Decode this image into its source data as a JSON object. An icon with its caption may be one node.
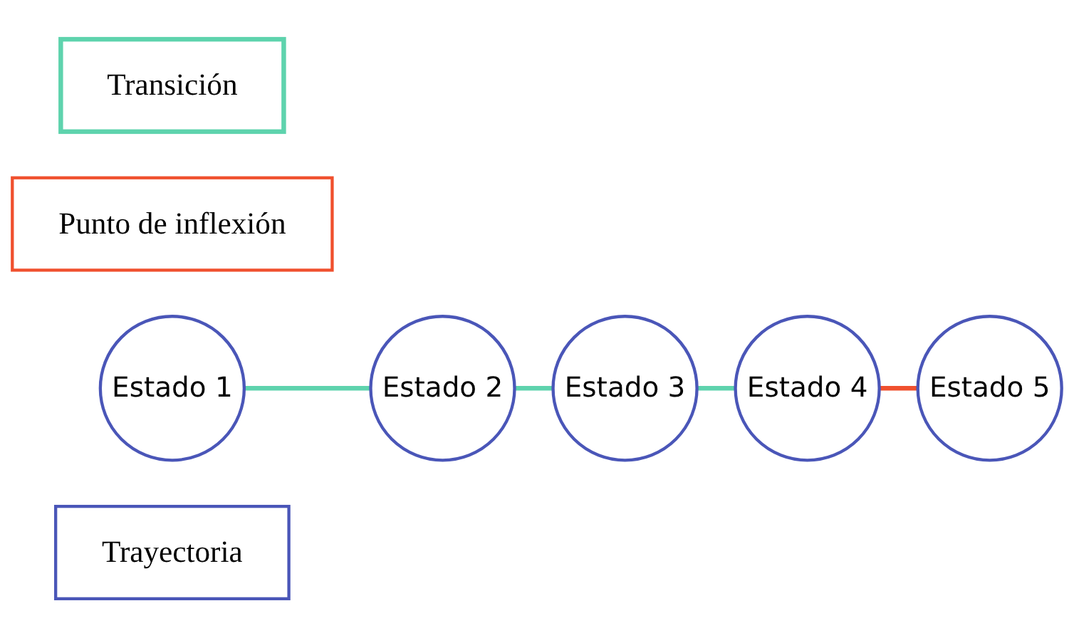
{
  "diagram": {
    "nodes": [
      {
        "text": [
          "Transición"
        ]
      },
      {
        "text": [
          "Punto de inflexión"
        ]
      },
      {
        "text": [
          "Estado 1"
        ]
      },
      {
        "text": [
          "Estado 2"
        ]
      },
      {
        "text": [
          "Estado 3"
        ]
      },
      {
        "text": [
          "Estado 4"
        ]
      },
      {
        "text": [
          "Estado 5"
        ]
      },
      {
        "text": [
          "Trayectoria"
        ]
      }
    ],
    "edges": [
      {
        "from": 2,
        "to": 3,
        "arrow": "none",
        "color": "#5ed3ad"
      },
      {
        "from": 3,
        "to": 4,
        "arrow": "none",
        "color": "#5ed3ad"
      },
      {
        "from": 4,
        "to": 5,
        "arrow": "none",
        "color": "#5ed3ad"
      },
      {
        "from": 5,
        "to": 6,
        "arrow": "none",
        "color": "#f0502e"
      }
    ]
  }
}
